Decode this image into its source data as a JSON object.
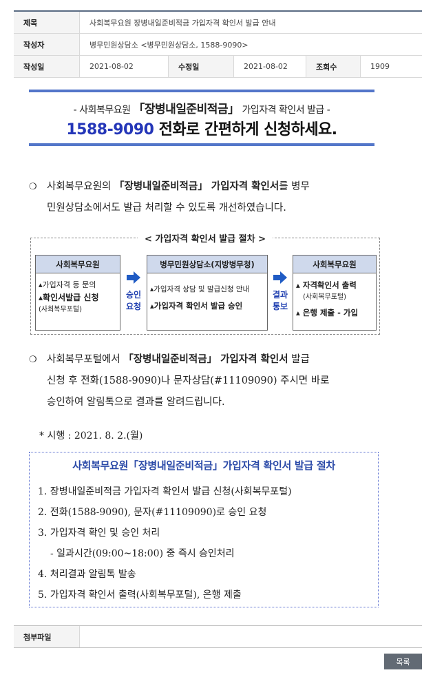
{
  "meta": {
    "title_label": "제목",
    "title_value": "사회복무요원 장병내일준비적금 가입자격 확인서 발급 안내",
    "author_label": "작성자",
    "author_value": "병무민원상담소 <병무민원상담소, 1588-9090>",
    "created_label": "작성일",
    "created_value": "2021-08-02",
    "modified_label": "수정일",
    "modified_value": "2021-08-02",
    "views_label": "조회수",
    "views_value": "1909"
  },
  "banner": {
    "line1_pre": "- 사회복무요원 ",
    "line1_highlight": "「장병내일준비적금」",
    "line1_post": " 가입자격 확인서 발급 -",
    "phone": "1588-9090",
    "line2_post": " 전화로 간편하게 신청하세요."
  },
  "para1": {
    "bullet": "❍",
    "pre": "사회복무요원의 ",
    "bold": "「장병내일준비적금」 가입자격 확인서",
    "post": "를 병무",
    "line2": "민원상담소에서도 발급 처리할 수 있도록 개선하였습니다."
  },
  "process": {
    "title": "< 가입자격 확인서 발급 절차 >",
    "box1": {
      "header": "사회복무요원",
      "l1": "▴가입자격 등 문의",
      "l2": "▴확인서발급 신청",
      "l3": "(사회복무포털)"
    },
    "arrow1_label_a": "승인",
    "arrow1_label_b": "요청",
    "box2": {
      "header": "병무민원상담소(지방병무청)",
      "l1": "▴가입자격 상담 및 발급신청 안내",
      "l2": "▴가입자격 확인서 발급 승인"
    },
    "arrow2_label_a": "결과",
    "arrow2_label_b": "통보",
    "box3": {
      "header": "사회복무요원",
      "l1": "▴ 자격확인서 출력",
      "l2": "(사회복무포털)",
      "l3": "▴ 은행 제출 - 가입"
    }
  },
  "para2": {
    "bullet": "❍",
    "pre": "사회복무포털에서 ",
    "bold": "「장병내일준비적금」 가입자격 확인서",
    "post": " 발급",
    "line2": "신청 후 전화(1588-9090)나 문자상담(#11109090) 주시면 바로",
    "line3": "승인하여 알림톡으로 결과를 알려드립니다."
  },
  "note": "* 시행 : 2021. 8. 2.(월)",
  "steps": {
    "title": "사회복무요원「장병내일준비적금」가입자격 확인서 발급 절차",
    "items": [
      "1. 장병내일준비적금 가입자격 확인서 발급 신청(사회복무포털)",
      "2. 전화(1588-9090), 문자(#11109090)로 승인 요청",
      "3. 가입자격 확인 및 승인 처리",
      "- 일과시간(09:00~18:00) 중 즉시 승인처리",
      "4. 처리결과 알림톡 발송",
      "5. 가입자격 확인서 출력(사회복무포털), 은행 제출"
    ]
  },
  "attachment": {
    "label": "첨부파일",
    "value": ""
  },
  "list_button": "목록",
  "colors": {
    "accent_blue": "#2436b8",
    "banner_bar": "#5376c9",
    "box_header": "#cfd9ec",
    "button_bg": "#626a74"
  }
}
